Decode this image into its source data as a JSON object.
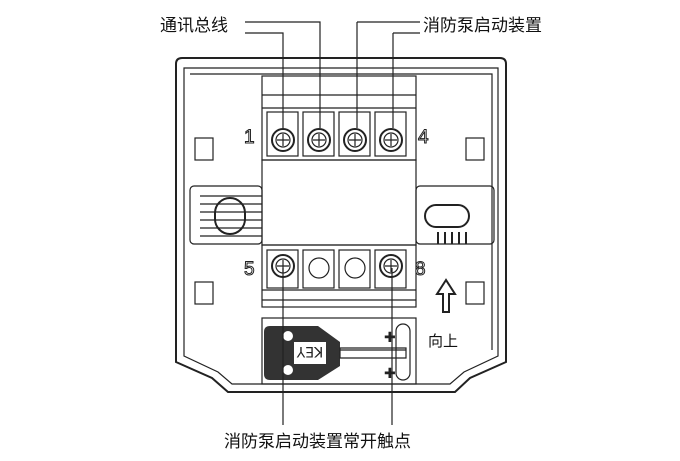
{
  "labels": {
    "bus": "通讯总线",
    "pump_device": "消防泵启动装置",
    "pump_contact": "消防泵启动装置常开触点",
    "up": "向上",
    "key": "KEY"
  },
  "terminals": {
    "t1": "1",
    "t4": "4",
    "t5": "5",
    "t8": "8"
  }
}
